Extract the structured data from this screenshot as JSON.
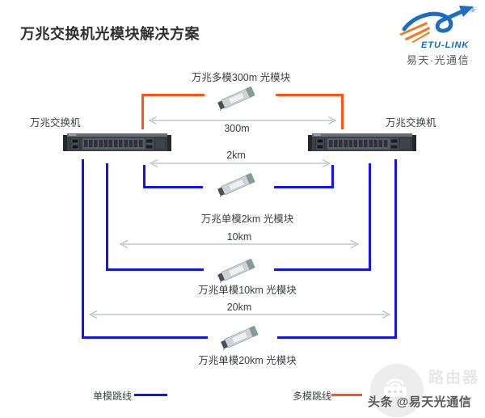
{
  "header": {
    "title": "万兆交换机光模块解决方案"
  },
  "logo": {
    "brand": "ETU-LINK",
    "registered": "®",
    "subtitle": "易天·光通信",
    "brand_color": "#1a6fc4",
    "accent_color": "#f07a1e"
  },
  "switches": {
    "left_label": "万兆交换机",
    "right_label": "万兆交换机"
  },
  "links": [
    {
      "module_label": "万兆多模300m 光模块",
      "distance": "300m",
      "fiber_type": "multimode",
      "line_color": "#ff5317"
    },
    {
      "module_label": "万兆单模2km 光模块",
      "distance": "2km",
      "fiber_type": "singlemode",
      "line_color": "#1414f0"
    },
    {
      "module_label": "万兆单模10km 光模块",
      "distance": "10km",
      "fiber_type": "singlemode",
      "line_color": "#1414f0"
    },
    {
      "module_label": "万兆单模20km 光模块",
      "distance": "20km",
      "fiber_type": "singlemode",
      "line_color": "#1414f0"
    }
  ],
  "legend": {
    "singlemode_label": "单模跳线",
    "singlemode_color": "#1414f0",
    "multimode_label": "多模跳线",
    "multimode_color": "#ff5317"
  },
  "watermark": {
    "icon": "router-icon",
    "big_text": "路由器",
    "credit": "头条 @易天光通信"
  },
  "colors": {
    "arrow": "#b3b9c1",
    "text": "#3a3d42",
    "background": "#ffffff"
  }
}
